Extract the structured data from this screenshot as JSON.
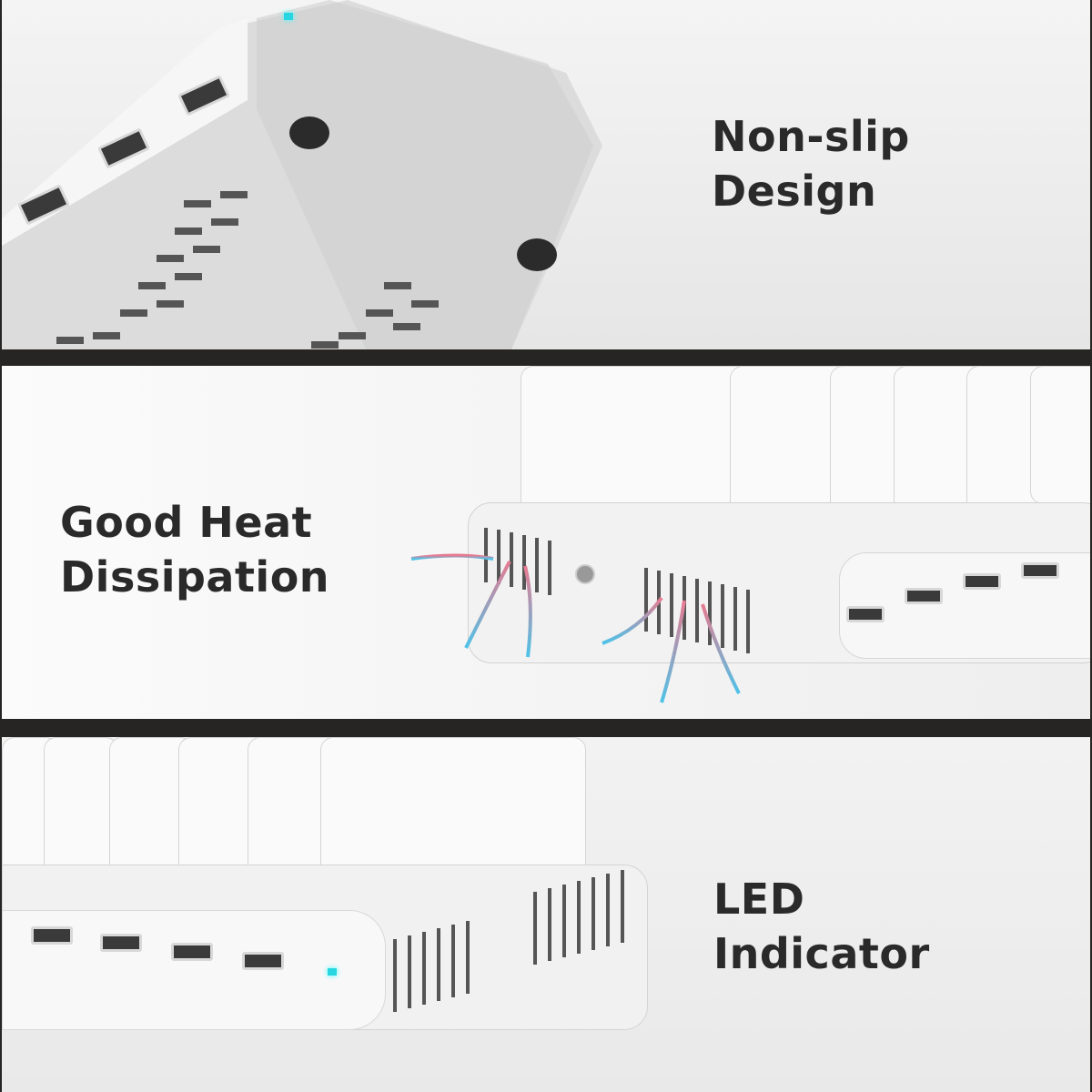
{
  "panels": [
    {
      "caption_line1": "Non-slip",
      "caption_line2": "Design",
      "feature": "non-slip-feet"
    },
    {
      "caption_line1": "Good Heat",
      "caption_line2": "Dissipation",
      "feature": "heat-vents"
    },
    {
      "caption_line1": "LED",
      "caption_line2": "Indicator",
      "feature": "led-light"
    }
  ],
  "colors": {
    "divider": "#262523",
    "text": "#2a2a2a",
    "led": "#27d6e0",
    "heat_warm": "#e87a90",
    "heat_cool": "#4ec3e8"
  }
}
